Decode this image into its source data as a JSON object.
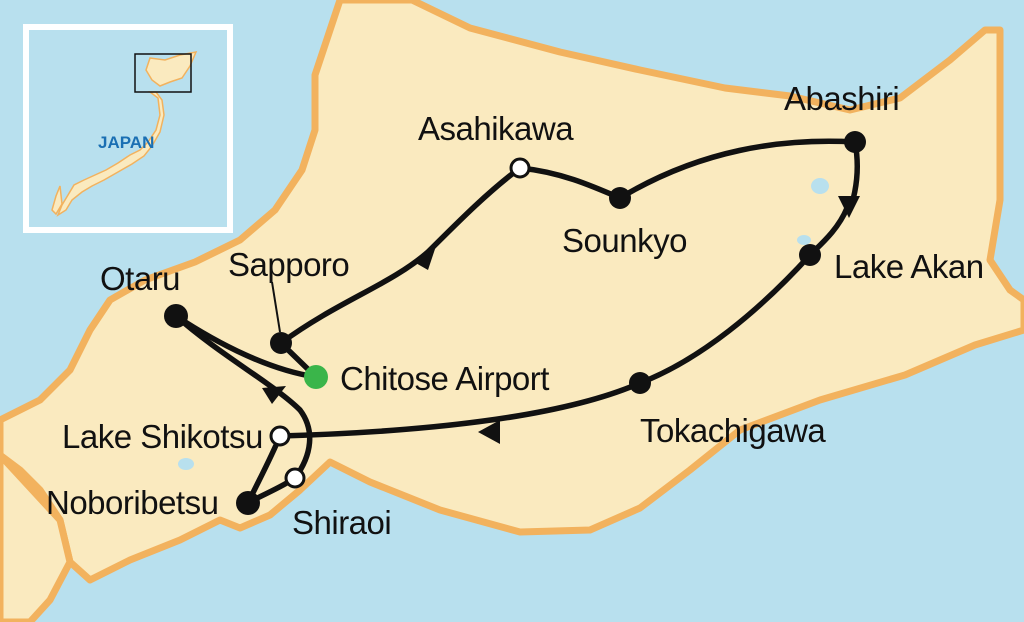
{
  "map": {
    "colors": {
      "sea": "#b8e0ee",
      "land": "#faeabf",
      "coast": "#f2b25e",
      "route": "#111111",
      "stop_filled": "#111111",
      "stop_open": "#ffffff",
      "airport": "#3ab54a",
      "inset_label": "#1a6fb3"
    },
    "inset": {
      "country_label": "JAPAN"
    },
    "places": {
      "abashiri": "Abashiri",
      "asahikawa": "Asahikawa",
      "sounkyo": "Sounkyo",
      "lake_akan": "Lake Akan",
      "sapporo": "Sapporo",
      "otaru": "Otaru",
      "chitose_airport": "Chitose Airport",
      "tokachigawa": "Tokachigawa",
      "lake_shikotsu": "Lake Shikotsu",
      "noboribetsu": "Noboribetsu",
      "shiraoi": "Shiraoi"
    },
    "stop_types": {
      "abashiri": "overnight",
      "asahikawa": "visit",
      "sounkyo": "overnight",
      "lake_akan": "overnight",
      "sapporo": "overnight",
      "otaru": "overnight",
      "chitose_airport": "airport",
      "tokachigawa": "overnight",
      "lake_shikotsu": "visit",
      "noboribetsu": "overnight",
      "shiraoi": "visit"
    }
  }
}
